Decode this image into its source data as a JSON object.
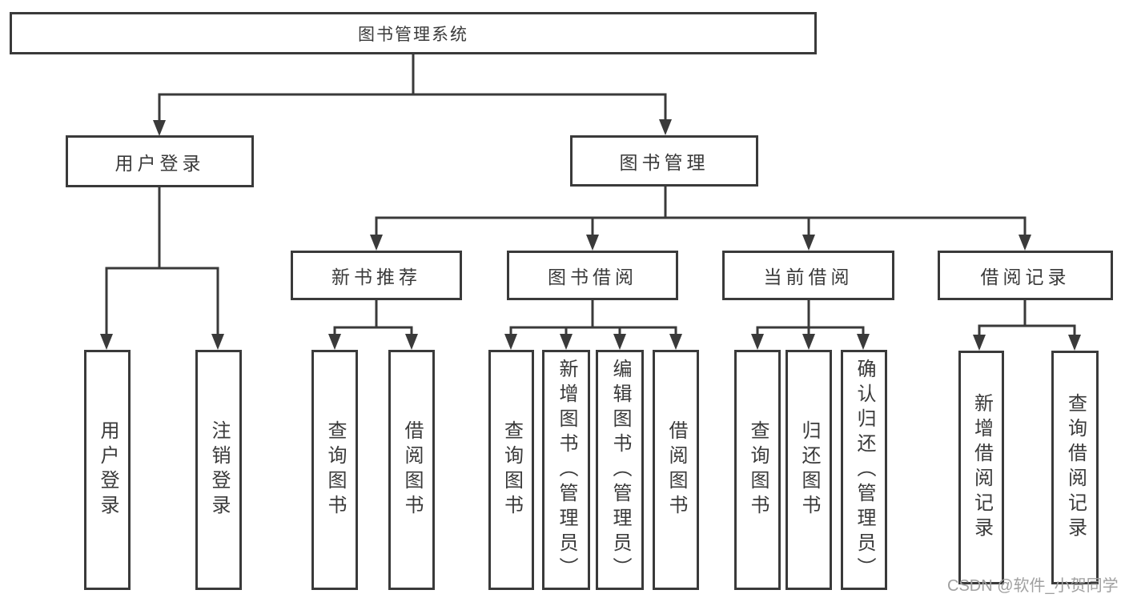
{
  "diagram": {
    "root": {
      "label": "图书管理系统",
      "children": [
        {
          "label": "用户登录",
          "children": [
            {
              "label": "用户登录"
            },
            {
              "label": "注销登录"
            }
          ]
        },
        {
          "label": "图书管理",
          "children": [
            {
              "label": "新书推荐",
              "children": [
                {
                  "label": "查询图书"
                },
                {
                  "label": "借阅图书"
                }
              ]
            },
            {
              "label": "图书借阅",
              "children": [
                {
                  "label": "查询图书"
                },
                {
                  "label": "新增图书（管理员）"
                },
                {
                  "label": "编辑图书（管理员）"
                },
                {
                  "label": "借阅图书"
                }
              ]
            },
            {
              "label": "当前借阅",
              "children": [
                {
                  "label": "查询图书"
                },
                {
                  "label": "归还图书"
                },
                {
                  "label": "确认归还（管理员）"
                }
              ]
            },
            {
              "label": "借阅记录",
              "children": [
                {
                  "label": "新增借阅记录"
                },
                {
                  "label": "查询借阅记录"
                }
              ]
            }
          ]
        }
      ]
    }
  },
  "watermark": {
    "text": "CSDN @软件_小贺同学"
  },
  "colors": {
    "line": "#3a3a3a",
    "text": "#3a3a3a",
    "box_background": "#ffffff",
    "watermark": "#a0a0a0",
    "page_background": "#ffffff"
  }
}
